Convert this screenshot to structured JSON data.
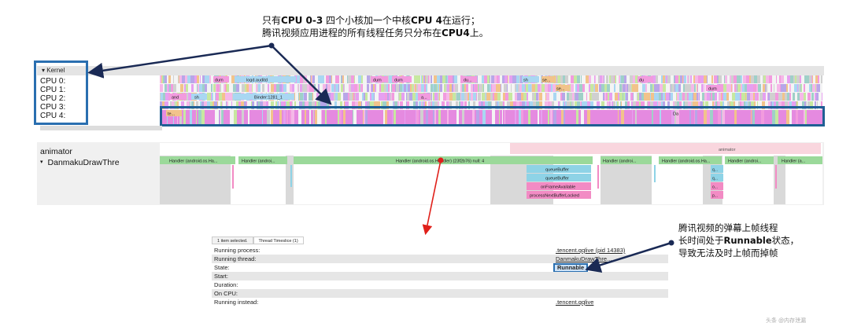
{
  "annotations": {
    "top_line1_prefix": "只有",
    "top_line1_bold1": "CPU 0-3",
    "top_line1_mid": " 四个小核加一个中核",
    "top_line1_bold2": "CPU 4",
    "top_line1_suffix": "在运行；",
    "top_line2_prefix": "腾讯视频应用进程的所有线程任务只分布在",
    "top_line2_bold": "CPU4",
    "top_line2_suffix": "上。",
    "right_line1": "腾讯视频的弹幕上帧线程",
    "right_line2_prefix": "长时间处于",
    "right_line2_bold": "Runnable",
    "right_line2_suffix": "状态，",
    "right_line3": "导致无法及时上帧而掉帧"
  },
  "kernel": {
    "header_label": "Kernel",
    "cpus": [
      "CPU 0:",
      "CPU 1:",
      "CPU 2:",
      "CPU 3:",
      "CPU 4:"
    ],
    "slice_labels": [
      {
        "cpu": 0,
        "label": "dum"
      },
      {
        "cpu": 0,
        "label": "logd.auditd"
      },
      {
        "cpu": 0,
        "label": "dum"
      },
      {
        "cpu": 0,
        "label": "dum"
      },
      {
        "cpu": 0,
        "label": "du..."
      },
      {
        "cpu": 0,
        "label": "sh"
      },
      {
        "cpu": 0,
        "label": "se..."
      },
      {
        "cpu": 0,
        "label": "du"
      },
      {
        "cpu": 1,
        "label": "se..."
      },
      {
        "cpu": 1,
        "label": "dum"
      },
      {
        "cpu": 2,
        "label": "and"
      },
      {
        "cpu": 2,
        "label": "sh"
      },
      {
        "cpu": 2,
        "label": "Binder:1281_1"
      },
      {
        "cpu": 2,
        "label": "a..."
      },
      {
        "cpu": 3,
        "label": "..."
      },
      {
        "cpu": 4,
        "label": "te..."
      },
      {
        "cpu": 4,
        "label": "Da"
      }
    ]
  },
  "threads": {
    "rows": [
      "animator",
      "DanmakuDrawThre"
    ],
    "animator_label": "animator",
    "slices": [
      "Handler (android.os.Ha...",
      "Handler (androi...",
      "Handler (android.os.Handler) (23f2b76) null: 4",
      "Handler (androi...",
      "Handler (android.os.Ha...",
      "Handler (androi...",
      "Handler (a..."
    ],
    "stack": [
      "queueBuffer",
      "queueBuffer",
      "onFrameAvailable",
      "processNextBufferLocked"
    ],
    "small_labels": [
      "q...",
      "q...",
      "o...",
      "p..."
    ]
  },
  "panel": {
    "tabs": [
      "1 item selected.",
      "Thread Timeslice (1)"
    ],
    "rows": [
      {
        "label": "Running process:",
        "value": ".tencent.qqlive (pid 14383)"
      },
      {
        "label": "Running thread:",
        "value": "DanmakuDrawThre..."
      },
      {
        "label": "State:",
        "value": "Runnable"
      },
      {
        "label": "Start:",
        "value": ""
      },
      {
        "label": "Duration:",
        "value": ""
      },
      {
        "label": "On CPU:",
        "value": ""
      },
      {
        "label": "Running instead:",
        "value": ".tencent.qqlive"
      }
    ]
  },
  "colors": {
    "accent_blue": "#2a6fb0",
    "arrow_navy": "#1a2a55",
    "arrow_red": "#e0201a",
    "handler_green": "#9bd99a",
    "queue_cyan": "#8ed3e6",
    "frame_pink": "#f28bc4"
  },
  "watermark": "头条 @内存泄漏"
}
